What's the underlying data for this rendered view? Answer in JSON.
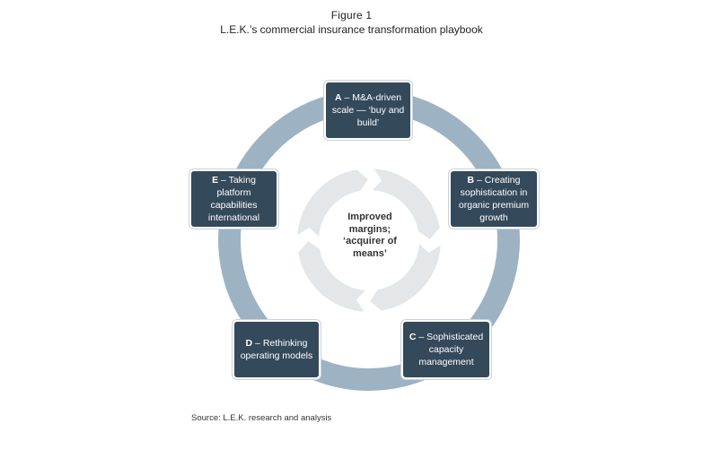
{
  "figure": {
    "label": "Figure 1",
    "title": "L.E.K.’s commercial insurance transformation playbook"
  },
  "center": {
    "line1": "Improved",
    "line2": "margins;",
    "line3": "‘acquirer of",
    "line4": "means’"
  },
  "steps": [
    {
      "letter": "A",
      "text": " – M&A-driven scale — ‘buy and build’"
    },
    {
      "letter": "B",
      "text": " – Creating sophistication in organic premium growth"
    },
    {
      "letter": "C",
      "text": " – Sophisticated capacity management"
    },
    {
      "letter": "D",
      "text": " – Rethinking operating models"
    },
    {
      "letter": "E",
      "text": " – Taking platform capabilities international"
    }
  ],
  "source": "Source: L.E.K. research and analysis",
  "colors": {
    "outer_ring": "#9db3c4",
    "inner_ring": "#e3e7ea",
    "box_fill": "#34495a"
  }
}
